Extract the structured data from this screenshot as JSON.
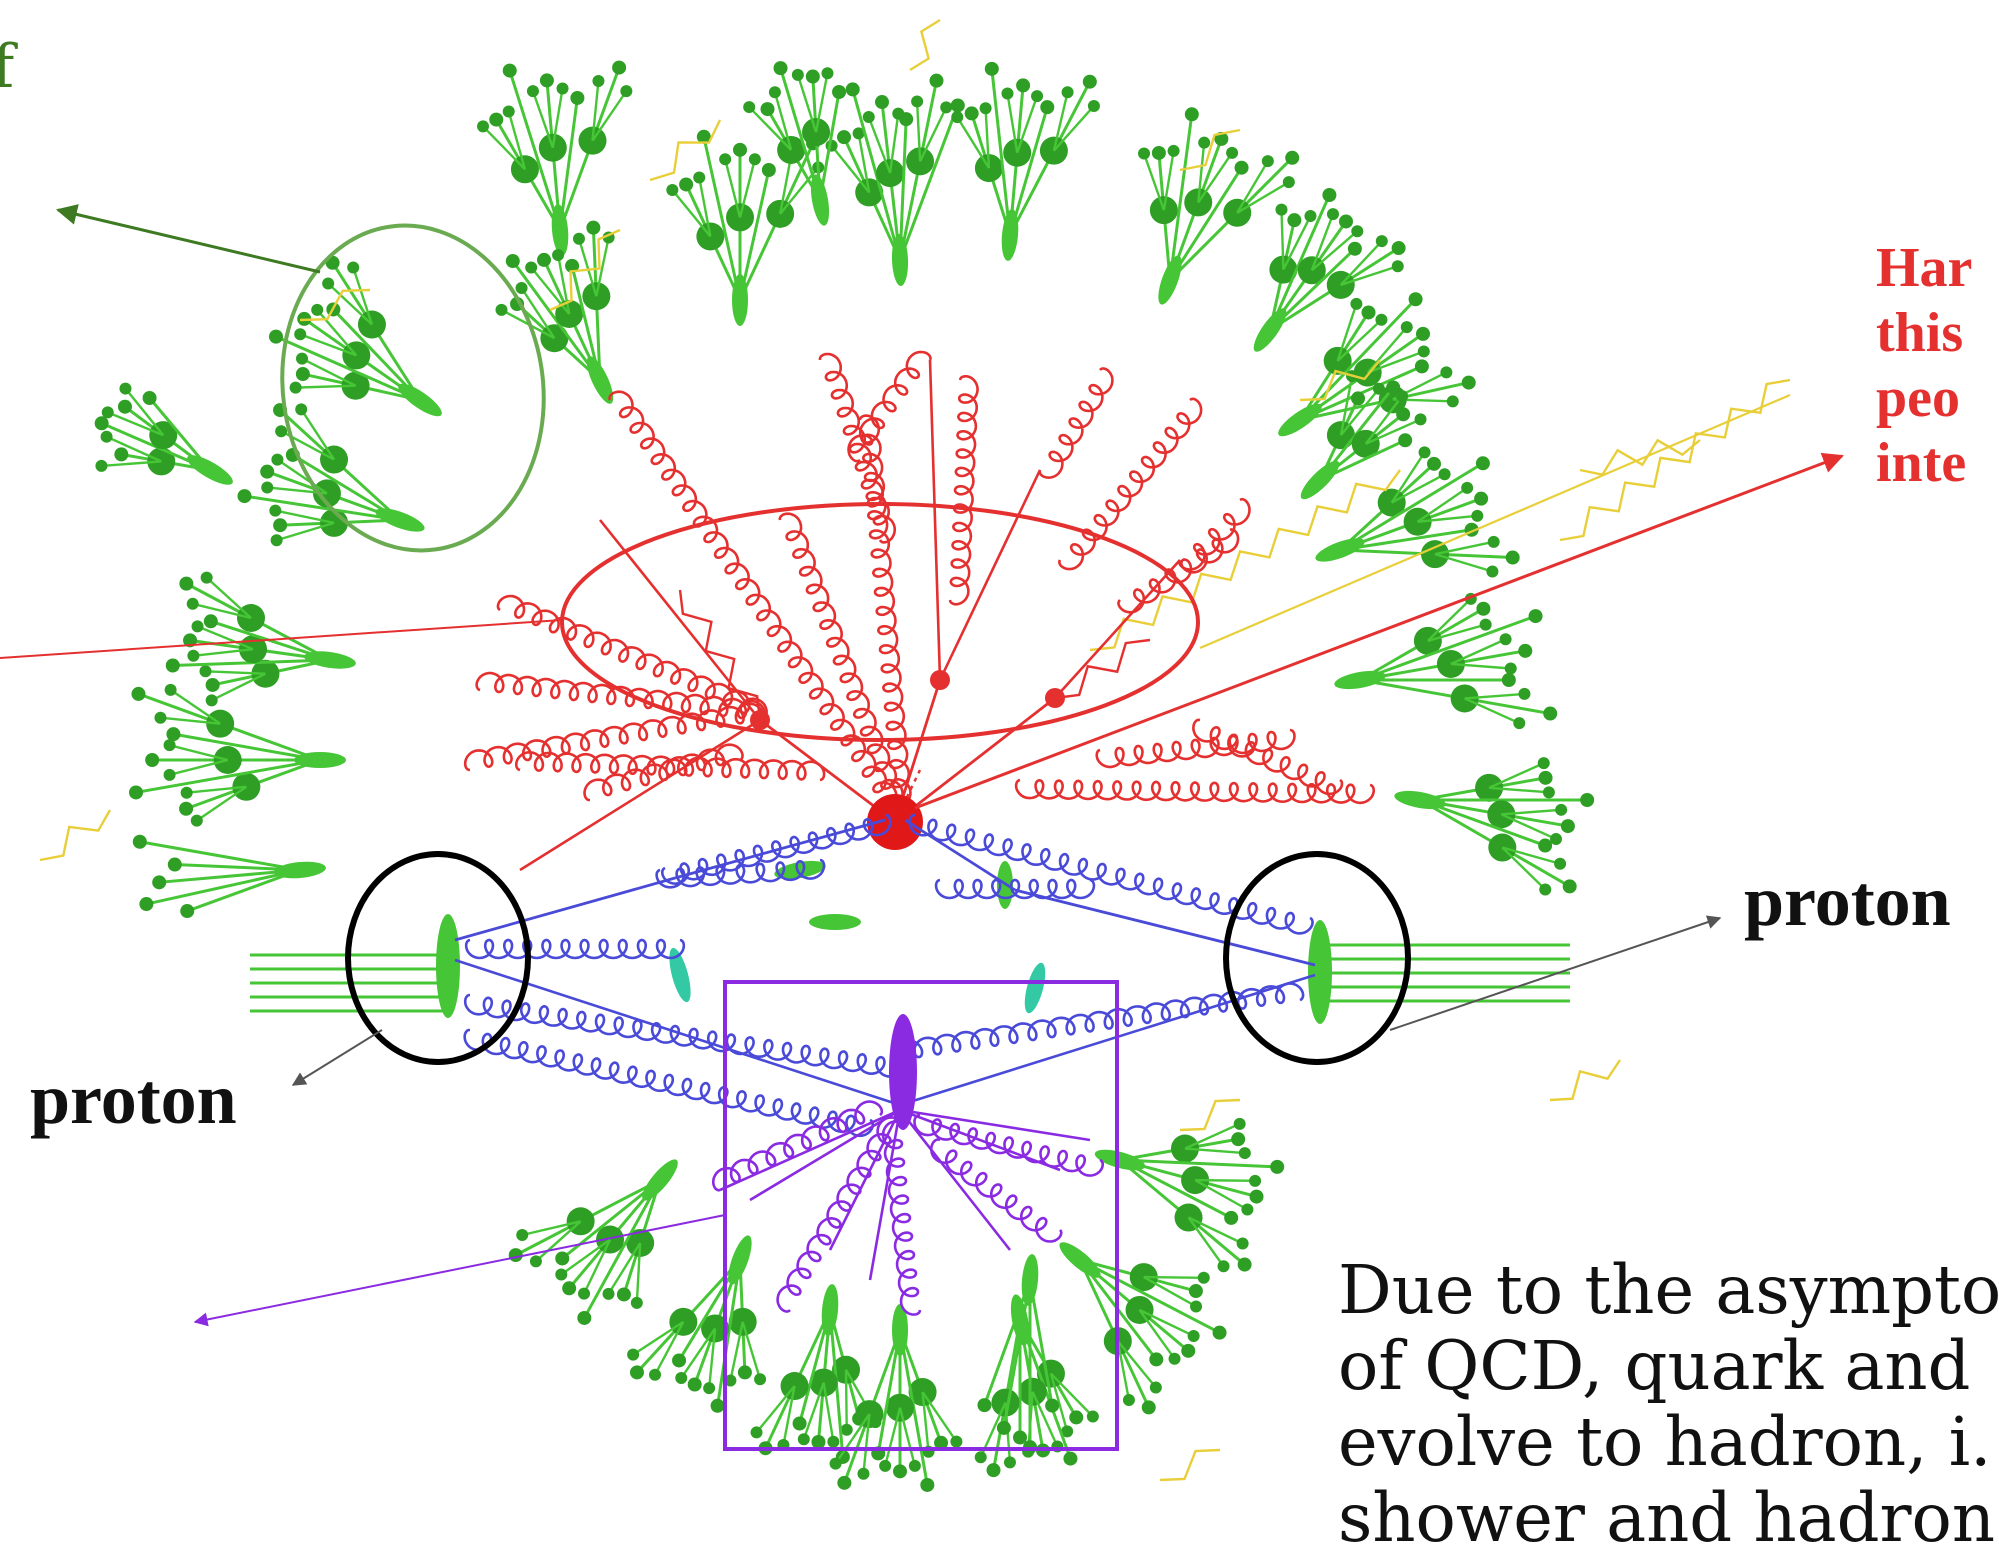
{
  "colors": {
    "hadron_green": "#46c636",
    "hadron_dark": "#2e9e24",
    "hard_red": "#e53030",
    "initial_blue": "#4a4ad8",
    "mpi_purple": "#8a2be2",
    "photon_yellow": "#e8cf3a",
    "annotation_green": "#3d7a22",
    "ellipse_green": "#6aaa50"
  },
  "labels": {
    "green_fragment": "f",
    "hard_process_lines": [
      "Har",
      "this",
      "peo",
      "inte"
    ],
    "proton_left": "proton",
    "proton_right": "proton",
    "due_lines": [
      "Due to the asympto",
      "of QCD, quark and",
      "evolve to hadron, i.",
      "shower and hadron"
    ]
  }
}
